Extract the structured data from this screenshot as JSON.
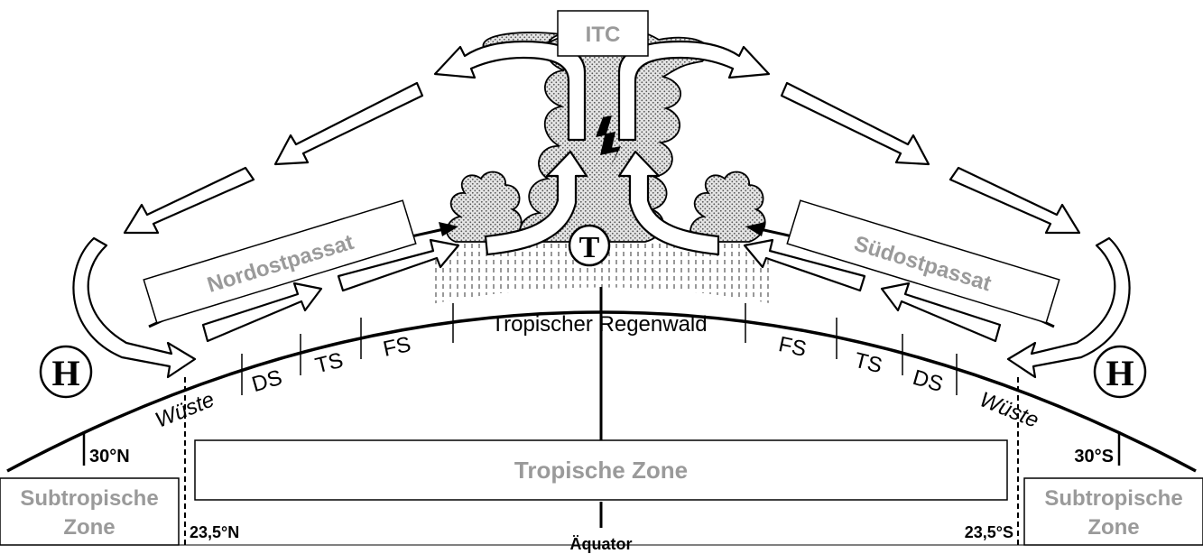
{
  "labels": {
    "itc": "ITC",
    "low": "T",
    "high_left": "H",
    "high_right": "H",
    "trade_wind_ne": "Nordostpassat",
    "trade_wind_se": "Südostpassat",
    "rainforest": "Tropischer Regenwald",
    "fs_left": "FS",
    "ts_left": "TS",
    "ds_left": "DS",
    "desert_left": "Wüste",
    "fs_right": "FS",
    "ts_right": "TS",
    "ds_right": "DS",
    "desert_right": "Wüste",
    "tropical_zone": "Tropische Zone",
    "subtropical_left_1": "Subtropische",
    "subtropical_left_2": "Zone",
    "subtropical_right_1": "Subtropische",
    "subtropical_right_2": "Zone",
    "lat_30n": "30°N",
    "lat_30s": "30°S",
    "lat_235n": "23,5°N",
    "lat_235s": "23,5°S",
    "equator": "Äquator"
  },
  "colors": {
    "gray_text": "#9a9a9a",
    "line": "#000000",
    "cloud_fill": "#dcdcdc"
  },
  "icons": {
    "lightning": "lightning-bolt-icon"
  }
}
